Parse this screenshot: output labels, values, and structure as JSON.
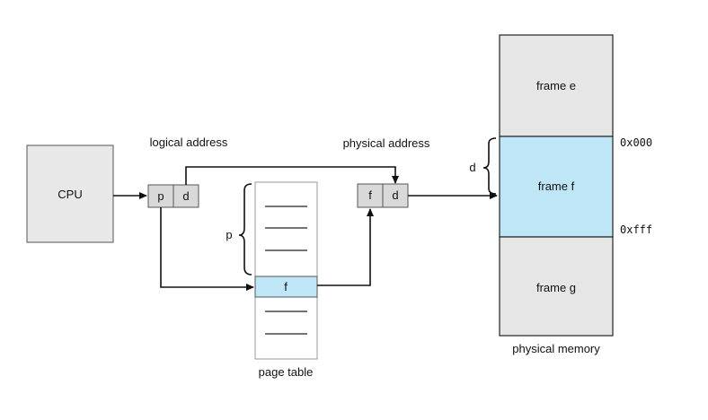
{
  "cpu": {
    "label": "CPU"
  },
  "logical": {
    "title": "logical address",
    "p": "p",
    "d": "d"
  },
  "physical": {
    "title": "physical address",
    "f": "f",
    "d": "d"
  },
  "page_table": {
    "caption": "page table",
    "entry": "f",
    "brace_label": "p"
  },
  "memory": {
    "caption": "physical memory",
    "frame_top": "frame e",
    "frame_mid": "frame f",
    "frame_bottom": "frame g",
    "addr_start": "0x000",
    "addr_end": "0xfff",
    "brace_label": "d"
  },
  "colors": {
    "highlight": "#bfe6f7",
    "box": "#e8e8e8",
    "cell": "#d9d9d9"
  }
}
